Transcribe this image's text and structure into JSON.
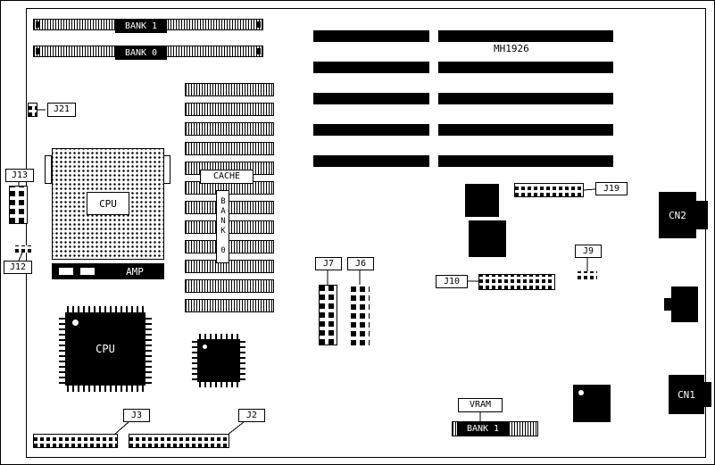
{
  "colors": {
    "ink": "#000000",
    "background": "#ffffff"
  },
  "labels": {
    "simm_bank1": "BANK 1",
    "simm_bank0": "BANK 0",
    "j21": "J21",
    "j13": "J13",
    "j12": "J12",
    "cpu_socket": "CPU",
    "amp": "AMP",
    "cache": "CACHE",
    "bank0_vertical": "BANK 0",
    "cpu_chip": "CPU",
    "j7": "J7",
    "j6": "J6",
    "j10": "J10",
    "j9": "J9",
    "j19": "J19",
    "board_model": "MH1926",
    "cn2": "CN2",
    "cn1": "CN1",
    "vram": "VRAM",
    "bank1_bottom": "BANK 1",
    "j3": "J3",
    "j2": "J2"
  }
}
